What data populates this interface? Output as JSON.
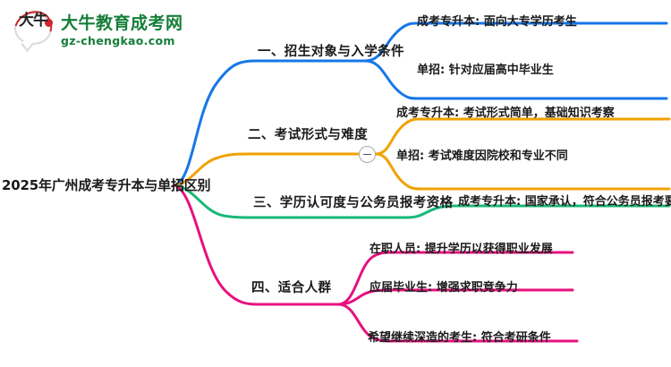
{
  "logo": {
    "mark_glyph": "大牛",
    "title": "大牛教育成考网",
    "subtitle": "gz-chengkao.com",
    "brand_green": "#0e7a33",
    "brand_red": "#cc2026"
  },
  "mindmap": {
    "root": {
      "label": "2025年广州成考专升本与单招区别"
    },
    "branches": [
      {
        "index": "1",
        "label": "一、招生对象与入学条件",
        "color": "#1677e8",
        "children": [
          {
            "label": "成考专升本: 面向大专学历考生"
          },
          {
            "label": "单招: 针对应届高中毕业生"
          }
        ]
      },
      {
        "index": "2",
        "label": "二、考试形式与难度",
        "color": "#f0a202",
        "collapse_icon": "minus-circle-icon",
        "children": [
          {
            "label": "成考专升本: 考试形式简单，基础知识考察"
          },
          {
            "label": "单招: 考试难度因院校和专业不同"
          }
        ]
      },
      {
        "index": "3",
        "label": "三、学历认可度与公务员报考资格",
        "color": "#17b978",
        "children": [
          {
            "label": "成考专升本: 国家承认，符合公务员报考要求"
          }
        ]
      },
      {
        "index": "4",
        "label": "四、适合人群",
        "color": "#e8107f",
        "children": [
          {
            "label": "在职人员: 提升学历以获得职业发展"
          },
          {
            "label": "应届毕业生: 增强求职竞争力"
          },
          {
            "label": "希望继续深造的考生: 符合考研条件"
          }
        ]
      }
    ]
  }
}
